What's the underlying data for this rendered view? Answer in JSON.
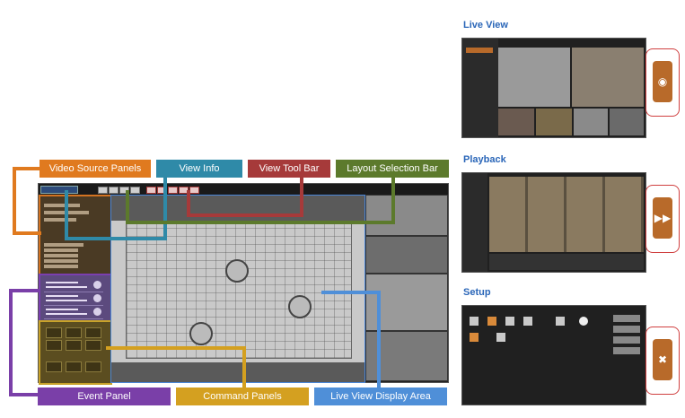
{
  "callouts": {
    "video_source_panels": "Video Source Panels",
    "view_info": "View Info",
    "view_tool_bar": "View Tool Bar",
    "layout_selection_bar": "Layout Selection Bar",
    "event_panel": "Event Panel",
    "command_panels": "Command Panels",
    "live_view_display_area": "Live View Display Area"
  },
  "sections": {
    "live_view": "Live View",
    "playback": "Playback",
    "setup": "Setup"
  },
  "icons": {
    "live_view_tab": "eye-icon",
    "playback_tab": "fast-forward-icon",
    "setup_tab": "tools-icon"
  },
  "colors": {
    "orange": "#e07a1f",
    "teal": "#2f8aa8",
    "red": "#a63a3a",
    "green": "#5c7a2c",
    "purple": "#7a3fa8",
    "gold": "#d4a020",
    "blue": "#4f8fd8",
    "title_blue": "#2a66b8"
  }
}
